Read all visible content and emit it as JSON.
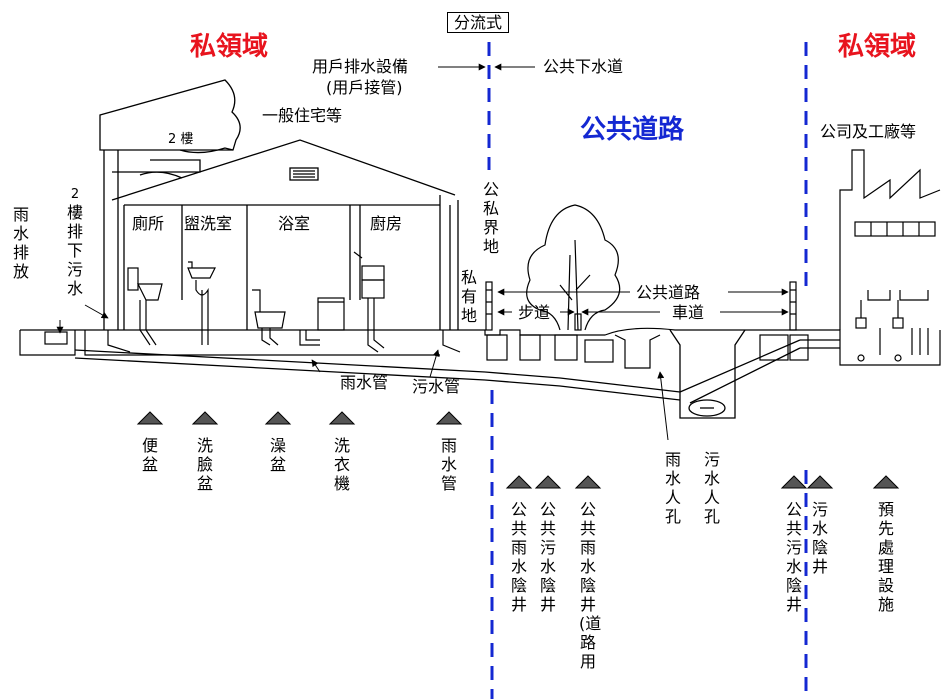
{
  "top_label": "分流式",
  "zones": {
    "private_left": "私領域",
    "public": "公共道路",
    "private_right": "私領域"
  },
  "callouts": {
    "house_facility": "用戶排水設備",
    "house_connection": "(用戶接管)",
    "public_sewer": "公共下水道",
    "general_housing": "一般住宅等",
    "company_factory": "公司及工廠等",
    "floor2": "2 樓",
    "floor2_discharge_num": "2",
    "floor2_discharge": "樓排下污水",
    "rain_discharge": "雨水排放",
    "boundary": "公私界地",
    "private_land": "私有地",
    "public_road": "公共道路",
    "sidewalk": "步道",
    "roadway": "車道",
    "rain_pipe": "雨水管",
    "sewage_pipe": "污水管"
  },
  "rooms": [
    "廁所",
    "盥洗室",
    "浴室",
    "廚房"
  ],
  "fixtures": [
    "便盆",
    "洗臉盆",
    "澡盆",
    "洗衣機",
    "雨水管"
  ],
  "manholes": [
    "雨水人孔",
    "污水人孔"
  ],
  "public_inlets": [
    "公共雨水陰井",
    "公共污水陰井",
    "公共雨水陰井(道路用"
  ],
  "right_inlets": [
    "公共污水陰井",
    "污水陰井",
    "預先處理設施"
  ],
  "colors": {
    "private_zone": "#e8141e",
    "public_zone": "#1428d2",
    "line": "#000000",
    "marker": "#555555"
  },
  "icons": [
    "house-icon",
    "tree-icon",
    "factory-icon",
    "toilet-icon",
    "sink-icon",
    "bathtub-icon",
    "washing-machine-icon",
    "stove-icon",
    "manhole-icon",
    "triangle-marker-icon"
  ]
}
